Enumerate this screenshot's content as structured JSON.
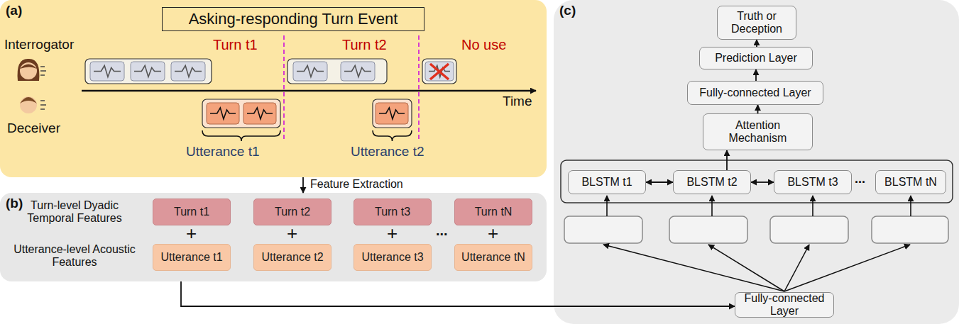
{
  "diagram": {
    "nodes": [
      {
        "text": [
          "(a)"
        ]
      },
      {
        "text": [
          "Asking-responding Turn Event"
        ],
        "in": 0
      },
      {
        "text": [
          "(b)"
        ]
      },
      {
        "text": [
          "Turn t1"
        ],
        "in": 2
      },
      {
        "text": [
          "Turn t2"
        ],
        "in": 2
      },
      {
        "text": [
          "Turn t3"
        ],
        "in": 2
      },
      {
        "text": [
          "Turn tN"
        ],
        "in": 2
      },
      {
        "text": [
          "Utterance t1"
        ],
        "in": 2
      },
      {
        "text": [
          "Utterance t2"
        ],
        "in": 2
      },
      {
        "text": [
          "Utterance t3"
        ],
        "in": 2
      },
      {
        "text": [
          "Utterance tN"
        ],
        "in": 2
      },
      {
        "text": [
          "(c)"
        ]
      },
      {
        "text": [
          "Truth or Deception"
        ],
        "in": 11
      },
      {
        "text": [
          "Prediction Layer"
        ],
        "in": 11
      },
      {
        "text": [
          "Fully-connected Layer"
        ],
        "in": 11
      },
      {
        "text": [
          "Attention Mechanism"
        ],
        "in": 11
      },
      {
        "text": [
          "BLSTM t1"
        ],
        "in": 11
      },
      {
        "text": [
          "BLSTM t2"
        ],
        "in": 11
      },
      {
        "text": [
          "BLSTM t3"
        ],
        "in": 11
      },
      {
        "text": [
          "BLSTM tN"
        ],
        "in": 11
      },
      {
        "text": [
          "Fully-connected Layer"
        ],
        "in": 11
      }
    ],
    "edges": [
      {
        "from": 0,
        "to": 2,
        "label": "Feature Extraction",
        "arrow": "to"
      },
      {
        "from": 2,
        "to": 20,
        "arrow": "to"
      },
      {
        "from": 16,
        "to": 17,
        "arrow": "both"
      },
      {
        "from": 17,
        "to": 18,
        "arrow": "both"
      },
      {
        "from": 17,
        "to": 15,
        "arrow": "to"
      },
      {
        "from": 15,
        "to": 14,
        "arrow": "to"
      },
      {
        "from": 14,
        "to": 13,
        "arrow": "to"
      },
      {
        "from": 13,
        "to": 12,
        "arrow": "to"
      }
    ],
    "labels": [
      "Interrogator",
      "Deceiver",
      "Turn t1",
      "Turn t2",
      "No use",
      "Time",
      "Utterance t1",
      "Utterance t2",
      "Turn-level Dyadic Temporal Features",
      "Utterance-level Acoustic Features",
      "+",
      "+",
      "+",
      "+",
      "...",
      "..."
    ]
  }
}
